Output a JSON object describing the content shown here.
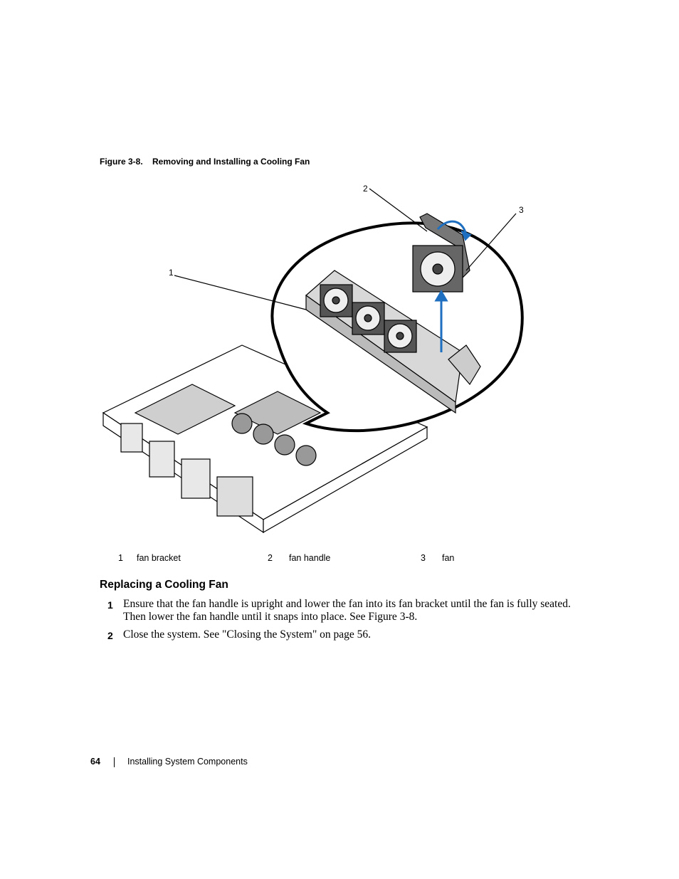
{
  "figure": {
    "caption": "Figure 3-8.    Removing and Installing a Cooling Fan",
    "callouts": [
      "1",
      "2",
      "3"
    ]
  },
  "legend": [
    {
      "num": "1",
      "label": "fan bracket"
    },
    {
      "num": "2",
      "label": "fan handle"
    },
    {
      "num": "3",
      "label": "fan"
    }
  ],
  "section": {
    "heading": "Replacing a Cooling Fan",
    "steps": [
      {
        "num": "1",
        "line1": "Ensure that the fan handle is upright and lower the fan into its fan bracket until the fan is fully seated.",
        "line2": "Then lower the fan handle until it snaps into place. See Figure 3-8."
      },
      {
        "num": "2",
        "line1": "Close the system. See \"Closing the System\" on page 56."
      }
    ]
  },
  "footer": {
    "page_number": "64",
    "chapter_title": "Installing System Components"
  },
  "colors": {
    "arrow_blue": "#1e6fc0",
    "line_black": "#000000"
  }
}
